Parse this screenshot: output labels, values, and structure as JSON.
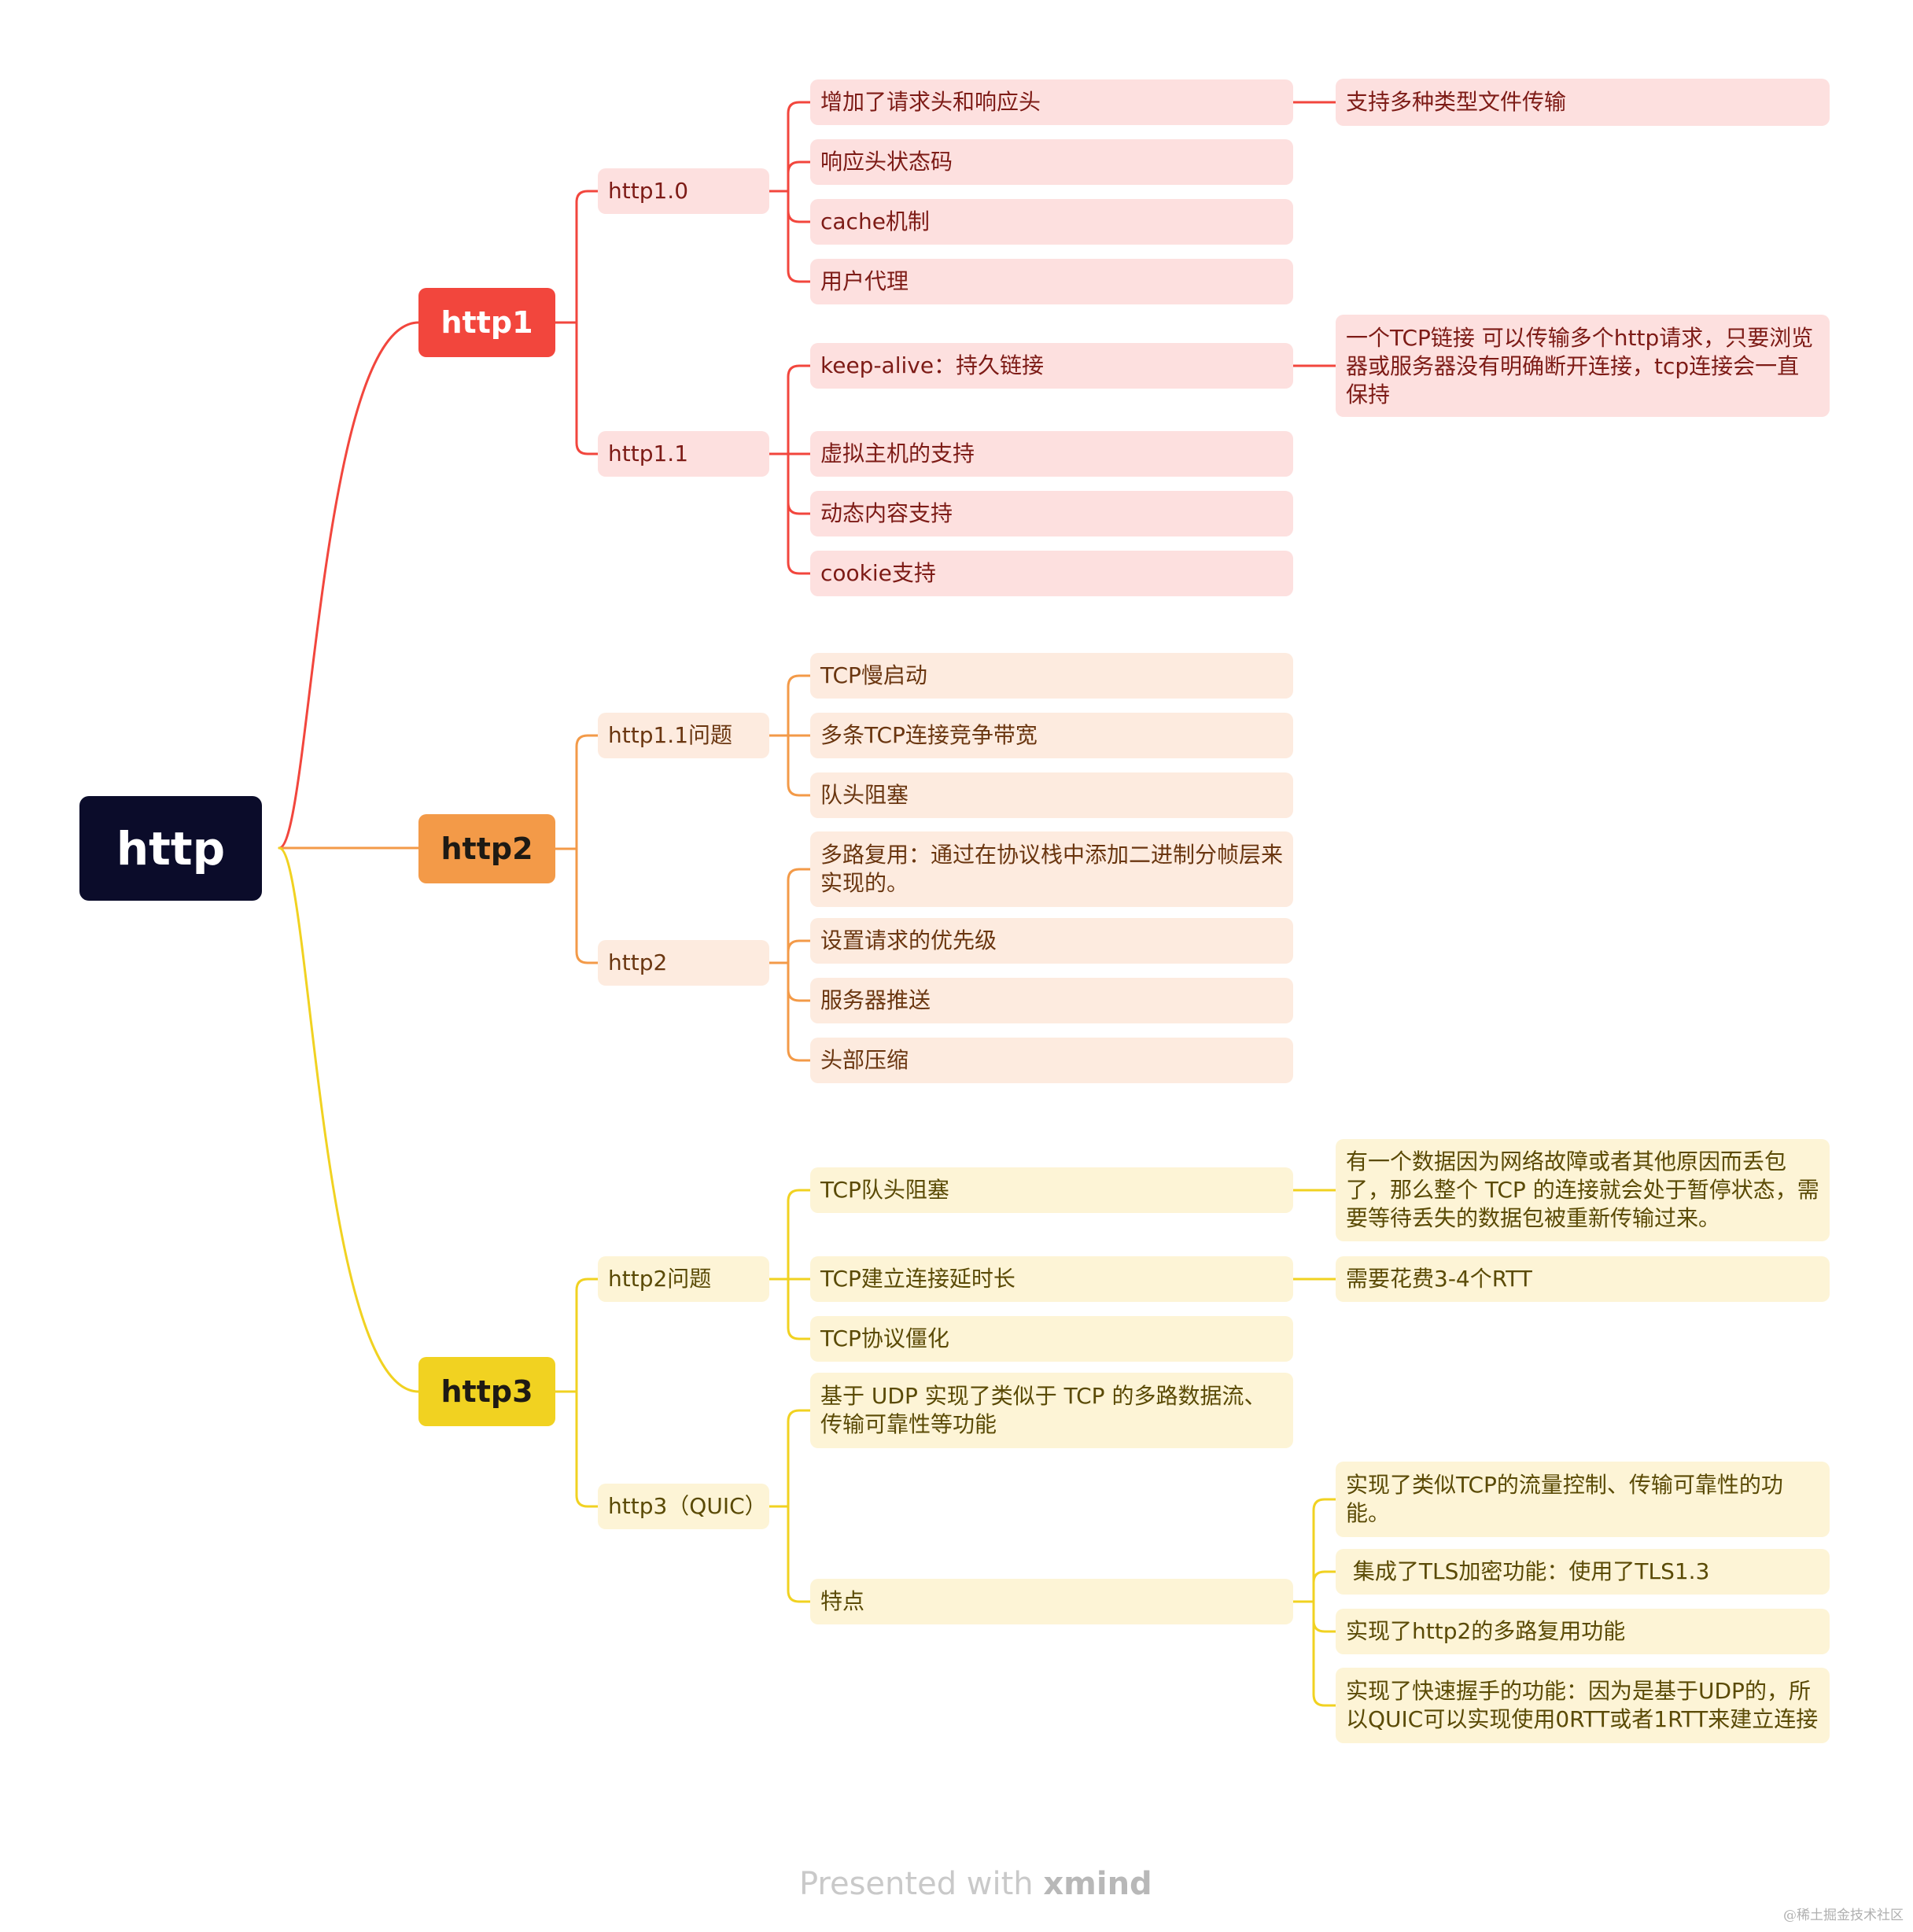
{
  "colors": {
    "red": "#f2463d",
    "orange": "#f39a48",
    "yellow": "#f1d221"
  },
  "root": {
    "label": "http"
  },
  "branches": [
    {
      "label": "http1",
      "color": "red",
      "children": [
        {
          "label": "http1.0",
          "children": [
            {
              "label": "增加了请求头和响应头",
              "children": [
                {
                  "label": "支持多种类型文件传输"
                }
              ]
            },
            {
              "label": "响应头状态码"
            },
            {
              "label": "cache机制"
            },
            {
              "label": "用户代理"
            }
          ]
        },
        {
          "label": "http1.1",
          "children": [
            {
              "label": "keep-alive：持久链接",
              "children": [
                {
                  "label": "一个TCP链接 可以传输多个http请求，只要浏览器或服务器没有明确断开连接，tcp连接会一直保持"
                }
              ]
            },
            {
              "label": "虚拟主机的支持"
            },
            {
              "label": "动态内容支持"
            },
            {
              "label": "cookie支持"
            }
          ]
        }
      ]
    },
    {
      "label": "http2",
      "color": "orange",
      "children": [
        {
          "label": "http1.1问题",
          "children": [
            {
              "label": "TCP慢启动"
            },
            {
              "label": "多条TCP连接竞争带宽"
            },
            {
              "label": "队头阻塞"
            }
          ]
        },
        {
          "label": "http2",
          "children": [
            {
              "label": "多路复用：通过在协议栈中添加二进制分帧层来实现的。"
            },
            {
              "label": "设置请求的优先级"
            },
            {
              "label": "服务器推送"
            },
            {
              "label": "头部压缩"
            }
          ]
        }
      ]
    },
    {
      "label": "http3",
      "color": "yellow",
      "children": [
        {
          "label": "http2问题",
          "children": [
            {
              "label": "TCP队头阻塞",
              "children": [
                {
                  "label": "有一个数据因为网络故障或者其他原因而丢包了，那么整个 TCP 的连接就会处于暂停状态，需要等待丢失的数据包被重新传输过来。"
                }
              ]
            },
            {
              "label": "TCP建立连接延时长",
              "children": [
                {
                  "label": "需要花费3-4个RTT"
                }
              ]
            },
            {
              "label": "TCP协议僵化"
            }
          ]
        },
        {
          "label": "http3（QUIC）",
          "children": [
            {
              "label": "基于 UDP 实现了类似于 TCP 的多路数据流、传输可靠性等功能"
            },
            {
              "label": "特点",
              "children": [
                {
                  "label": "实现了类似TCP的流量控制、传输可靠性的功能。"
                },
                {
                  "label": " 集成了TLS加密功能：使用了TLS1.3"
                },
                {
                  "label": "实现了http2的多路复用功能"
                },
                {
                  "label": "实现了快速握手的功能：因为是基于UDP的，所以QUIC可以实现使用0RTT或者1RTT来建立连接"
                }
              ]
            }
          ]
        }
      ]
    }
  ],
  "footer": {
    "prefix": "Presented with ",
    "brand": "xmind"
  },
  "watermark": "@稀土掘金技术社区"
}
